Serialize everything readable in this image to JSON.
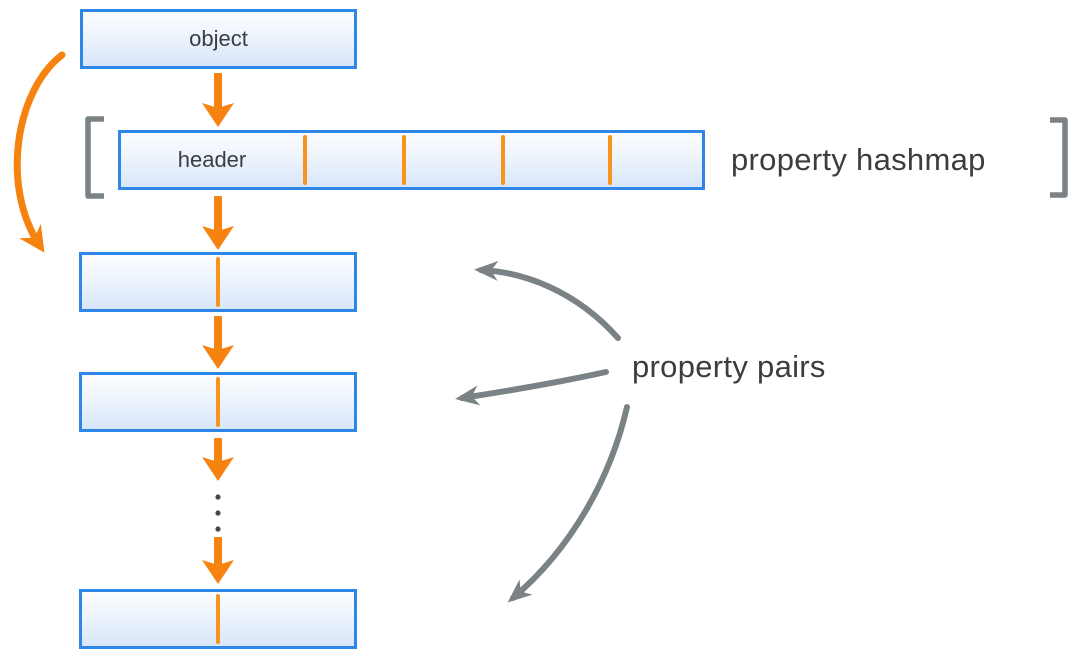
{
  "diagram": {
    "object": {
      "label": "object"
    },
    "hashmap": {
      "header_label": "header",
      "caption": "property hashmap",
      "bucket_divider_count": 4
    },
    "pairs": {
      "caption": "property pairs",
      "box_count": 3,
      "ellipsis_dot_count": 3,
      "callout_arrow_count": 3
    },
    "colors": {
      "box_border": "#2E86E6",
      "box_fill_top": "#FCFDFF",
      "box_fill_mid": "#EDF4FC",
      "box_fill_bottom": "#D8E6FA",
      "orange": "#F6830F",
      "orange_tick": "#F7941E",
      "gray": "#7A8285",
      "text_dark": "#3B3E40"
    }
  }
}
